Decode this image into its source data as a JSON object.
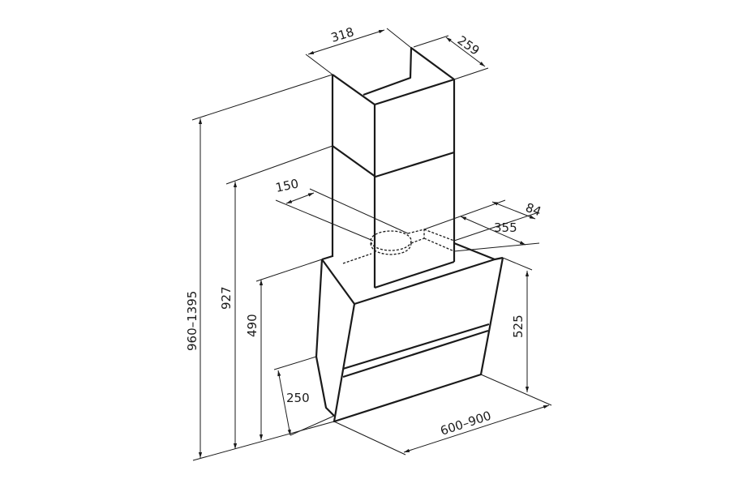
{
  "dimensions": {
    "chimney_width": "318",
    "chimney_depth": "259",
    "outlet_diameter": "150",
    "outlet_offset": "84",
    "outlet_depth": "355",
    "total_height": "960–1395",
    "height_to_chimney_seam": "927",
    "hood_height_back": "490",
    "hood_height_front": "525",
    "bottom_depth": "250",
    "hood_width": "600–900"
  },
  "colors": {
    "line": "#1a1a1a",
    "background": "#ffffff"
  }
}
